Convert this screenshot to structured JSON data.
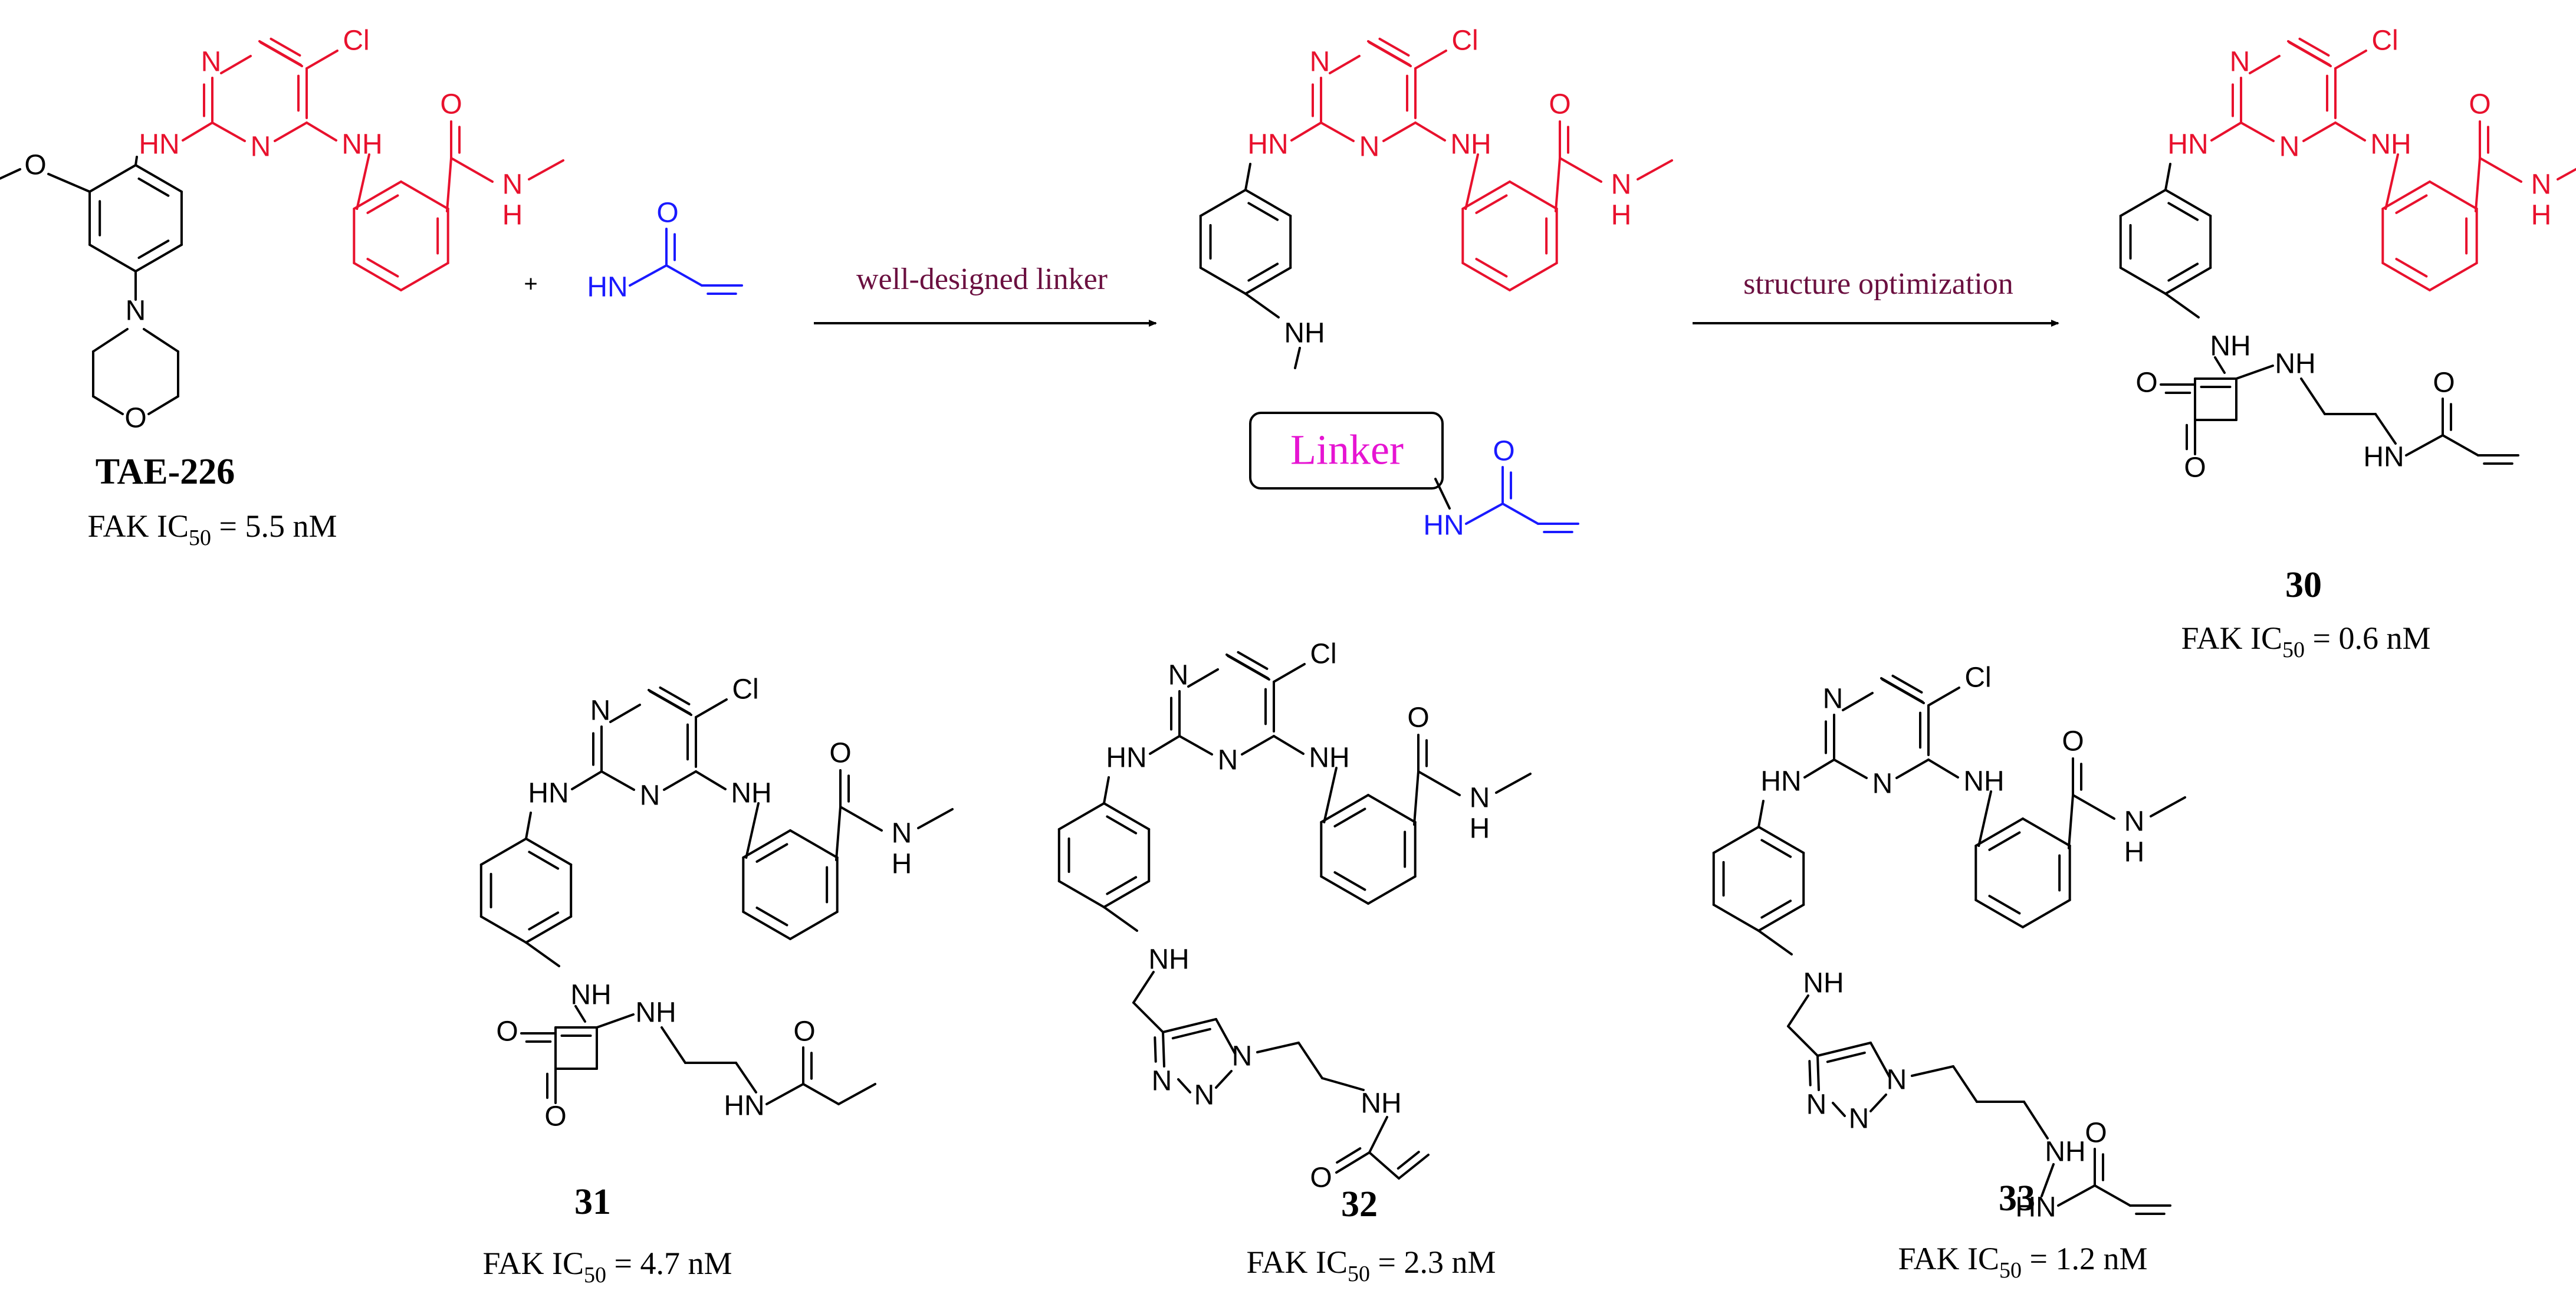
{
  "colors": {
    "core": "#e8112d",
    "warhead": "#1a1aff",
    "bond": "#000000",
    "arrow_label": "#6b1040",
    "linker_text": "#e614d2"
  },
  "atoms": {
    "N": "N",
    "HN": "HN",
    "NH": "NH",
    "H": "H",
    "O": "O",
    "Cl": "Cl"
  },
  "reagent_plus": "+",
  "arrows": {
    "step1": "well-designed linker",
    "step2": "structure optimization"
  },
  "linker_box": "Linker",
  "compounds": {
    "tae226": {
      "name": "TAE-226",
      "activity_prefix": "FAK IC",
      "activity_sub": "50",
      "activity_value": " = 5.5 nM"
    },
    "c30": {
      "name": "30",
      "activity_prefix": "FAK IC",
      "activity_sub": "50",
      "activity_value": " = 0.6 nM"
    },
    "c31": {
      "name": "31",
      "activity_prefix": "FAK IC",
      "activity_sub": "50",
      "activity_value": " = 4.7 nM"
    },
    "c32": {
      "name": "32",
      "activity_prefix": "FAK IC",
      "activity_sub": "50",
      "activity_value": " = 2.3 nM"
    },
    "c33": {
      "name": "33",
      "activity_prefix": "FAK IC",
      "activity_sub": "50",
      "activity_value": " = 1.2 nM"
    }
  }
}
